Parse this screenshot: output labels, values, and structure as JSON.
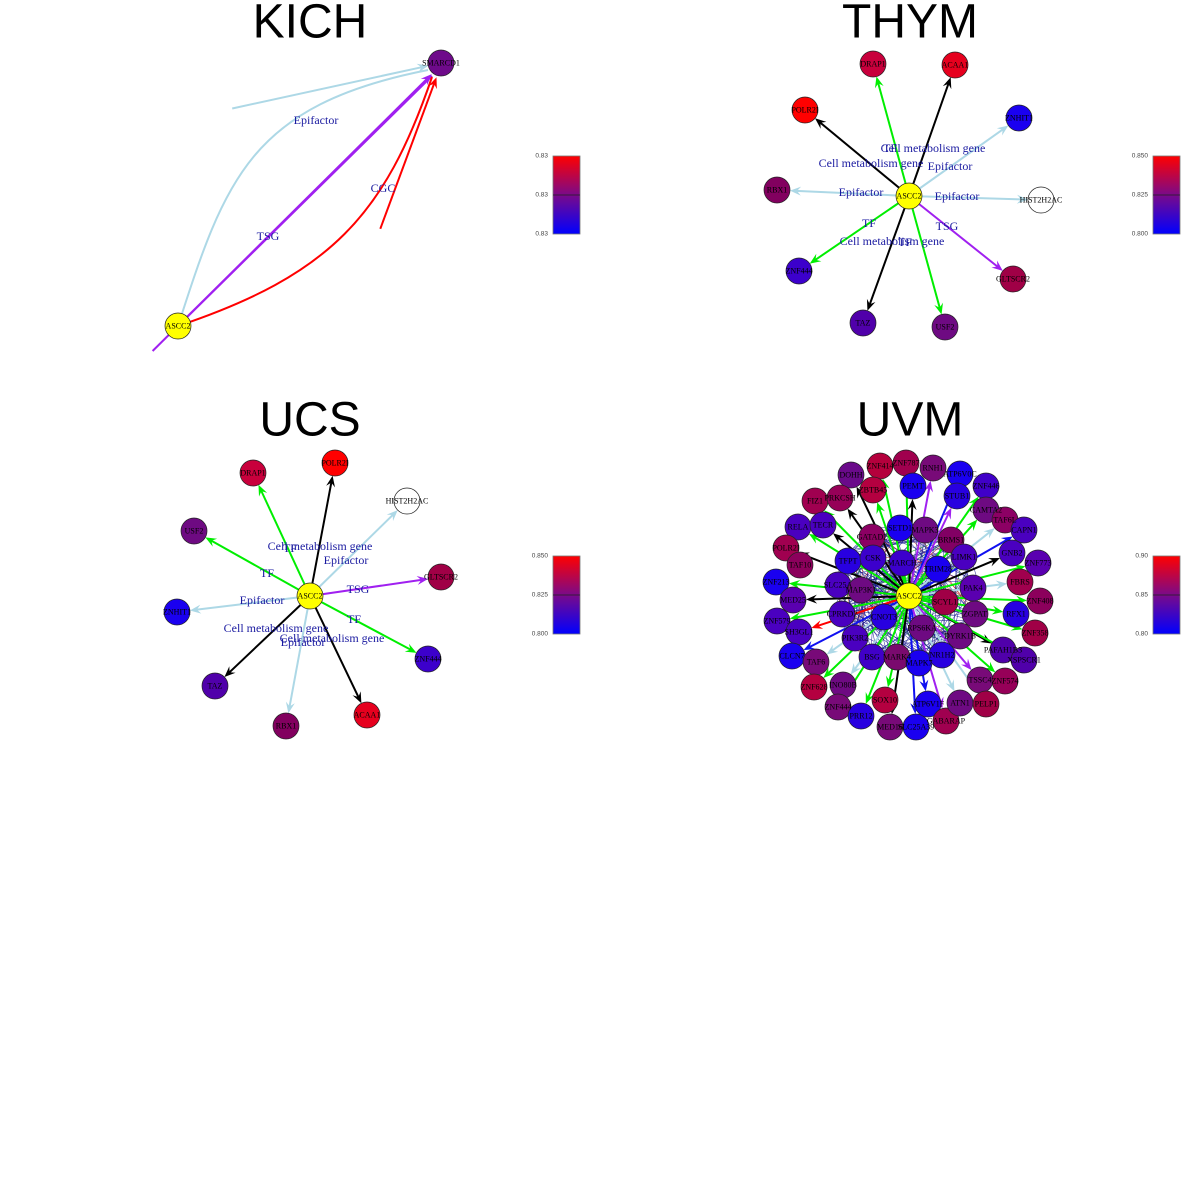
{
  "colors": {
    "TF": "#00ee00",
    "Cell metabolism gene": "#000000",
    "Epifactor": "#add8e6",
    "TSG": "#a020f0",
    "CGC": "#ff0000",
    "Coexpr": "#1010f0",
    "hub": "#ffff00",
    "none": "#ffffff"
  },
  "panels": [
    {
      "title": "KICH",
      "colorbar_ticks": [
        "0.83",
        "0.83",
        "0.83"
      ],
      "nodes": [
        {
          "name": "ASCC2",
          "color": "#ffff00"
        },
        {
          "name": "SMARCD1",
          "color": "#6e0a8a"
        }
      ],
      "edges": [
        {
          "to": "SMARCD1",
          "label": "Epifactor"
        },
        {
          "to": "SMARCD1",
          "label": "TSG"
        },
        {
          "to": "SMARCD1",
          "label": "CGC"
        }
      ]
    },
    {
      "title": "THYM",
      "colorbar_ticks": [
        "0.850",
        "0.825",
        "0.800"
      ],
      "nodes": [
        {
          "name": "ASCC2",
          "color": "#ffff00"
        },
        {
          "name": "DRAP1",
          "color": "#c8003c"
        },
        {
          "name": "ACAA1",
          "color": "#e6001e"
        },
        {
          "name": "POLR2I",
          "color": "#ff0000"
        },
        {
          "name": "ZNHIT1",
          "color": "#1a00f0"
        },
        {
          "name": "RBX1",
          "color": "#82005f"
        },
        {
          "name": "HIST2H2AC",
          "color": "#ffffff"
        },
        {
          "name": "ZNF444",
          "color": "#3c00cc"
        },
        {
          "name": "GLTSCR2",
          "color": "#a00046"
        },
        {
          "name": "TAZ",
          "color": "#5000aa"
        },
        {
          "name": "USF2",
          "color": "#6e0a82"
        }
      ],
      "edges": [
        {
          "to": "DRAP1",
          "label": "TF"
        },
        {
          "to": "ACAA1",
          "label": "Cell metabolism gene"
        },
        {
          "to": "POLR2I",
          "label": "Cell metabolism gene"
        },
        {
          "to": "ZNHIT1",
          "label": "Epifactor"
        },
        {
          "to": "RBX1",
          "label": "Epifactor"
        },
        {
          "to": "HIST2H2AC",
          "label": "Epifactor"
        },
        {
          "to": "ZNF444",
          "label": "TF"
        },
        {
          "to": "GLTSCR2",
          "label": "TSG"
        },
        {
          "to": "TAZ",
          "label": "Cell metabolism gene"
        },
        {
          "to": "USF2",
          "label": "TF"
        }
      ]
    },
    {
      "title": "UCS",
      "colorbar_ticks": [
        "0.850",
        "0.825",
        "0.800"
      ],
      "nodes": [
        {
          "name": "ASCC2",
          "color": "#ffff00"
        },
        {
          "name": "DRAP1",
          "color": "#c8003c"
        },
        {
          "name": "POLR2I",
          "color": "#ff0000"
        },
        {
          "name": "HIST2H2AC",
          "color": "#ffffff"
        },
        {
          "name": "USF2",
          "color": "#6e0a82"
        },
        {
          "name": "GLTSCR2",
          "color": "#a00046"
        },
        {
          "name": "ZNHIT1",
          "color": "#1a00f0"
        },
        {
          "name": "ZNF444",
          "color": "#3c00cc"
        },
        {
          "name": "TAZ",
          "color": "#5000aa"
        },
        {
          "name": "RBX1",
          "color": "#82005f"
        },
        {
          "name": "ACAA1",
          "color": "#e6001e"
        }
      ],
      "edges": [
        {
          "to": "DRAP1",
          "label": "TF"
        },
        {
          "to": "POLR2I",
          "label": "Cell metabolism gene"
        },
        {
          "to": "HIST2H2AC",
          "label": "Epifactor"
        },
        {
          "to": "USF2",
          "label": "TF"
        },
        {
          "to": "GLTSCR2",
          "label": "TSG"
        },
        {
          "to": "ZNHIT1",
          "label": "Epifactor"
        },
        {
          "to": "ZNF444",
          "label": "TF"
        },
        {
          "to": "TAZ",
          "label": "Cell metabolism gene"
        },
        {
          "to": "RBX1",
          "label": "Epifactor"
        },
        {
          "to": "ACAA1",
          "label": "Cell metabolism gene"
        }
      ]
    },
    {
      "title": "UVM",
      "colorbar_ticks": [
        "0.90",
        "0.85",
        "0.80"
      ],
      "nodes": [
        {
          "name": "ASCC2",
          "color": "#ffff00"
        },
        {
          "name": "DOHH",
          "color": "#6a0a8a"
        },
        {
          "name": "ZNF414",
          "color": "#b4003c"
        },
        {
          "name": "ZNF787",
          "color": "#a0004e"
        },
        {
          "name": "RNH1",
          "color": "#780a78"
        },
        {
          "name": "ATP6V0C",
          "color": "#1a00f0"
        },
        {
          "name": "ZNF446",
          "color": "#4000c8"
        },
        {
          "name": "PEMT",
          "color": "#1a00f0"
        },
        {
          "name": "ZBTB45",
          "color": "#b40040"
        },
        {
          "name": "STUB1",
          "color": "#2800e0"
        },
        {
          "name": "CAMTA2",
          "color": "#6e0a82"
        },
        {
          "name": "TAF6L",
          "color": "#8c0064"
        },
        {
          "name": "CAPN1",
          "color": "#4a00c0"
        },
        {
          "name": "FIZ1",
          "color": "#a00050"
        },
        {
          "name": "PRKCSH",
          "color": "#960058"
        },
        {
          "name": "RELA",
          "color": "#4a00c0"
        },
        {
          "name": "TECR",
          "color": "#4a00c0"
        },
        {
          "name": "GATAD2",
          "color": "#8c0064"
        },
        {
          "name": "SETD1",
          "color": "#1a00f0"
        },
        {
          "name": "MAPK3",
          "color": "#6e0a82"
        },
        {
          "name": "BRMS1",
          "color": "#820064"
        },
        {
          "name": "LIMK1",
          "color": "#4a00c0"
        },
        {
          "name": "GNB2",
          "color": "#4a00c0"
        },
        {
          "name": "ZNF773",
          "color": "#5a00b0"
        },
        {
          "name": "POLR2I",
          "color": "#a00050"
        },
        {
          "name": "TAF10",
          "color": "#8c005c"
        },
        {
          "name": "TFPT",
          "color": "#2800e0"
        },
        {
          "name": "CSK",
          "color": "#3c00cc"
        },
        {
          "name": "MARCH",
          "color": "#3c00cc"
        },
        {
          "name": "TRIM28",
          "color": "#1a00f0"
        },
        {
          "name": "PAK4",
          "color": "#5a00b0"
        },
        {
          "name": "FBRS",
          "color": "#a0004e"
        },
        {
          "name": "ZNF408",
          "color": "#8c005c"
        },
        {
          "name": "ZNF213",
          "color": "#1a00f0"
        },
        {
          "name": "SLC25A",
          "color": "#4a00c0"
        },
        {
          "name": "MAP3K1",
          "color": "#6e0a82"
        },
        {
          "name": "SCYL1",
          "color": "#a00046"
        },
        {
          "name": "ZGPAT",
          "color": "#6e0a82"
        },
        {
          "name": "RFX1",
          "color": "#2800e0"
        },
        {
          "name": "ZNF358",
          "color": "#a00046"
        },
        {
          "name": "MED25",
          "color": "#5a00b0"
        },
        {
          "name": "ZNF579",
          "color": "#4a00c0"
        },
        {
          "name": "CPRKD2",
          "color": "#4a00c0"
        },
        {
          "name": "CNOT3",
          "color": "#2800e0"
        },
        {
          "name": "RPS6KA",
          "color": "#6e0a82"
        },
        {
          "name": "DYRK1B",
          "color": "#6e0a82"
        },
        {
          "name": "PAFAH1B3",
          "color": "#5000aa"
        },
        {
          "name": "XSPSCR1",
          "color": "#5000aa"
        },
        {
          "name": "SH3GL1",
          "color": "#4a00c0"
        },
        {
          "name": "PIK3R2",
          "color": "#4a00c0"
        },
        {
          "name": "BSG",
          "color": "#4000c8"
        },
        {
          "name": "MARK4",
          "color": "#7a0a6e"
        },
        {
          "name": "MAPK7",
          "color": "#1a00f0"
        },
        {
          "name": "NR1H2",
          "color": "#2800e0"
        },
        {
          "name": "CLCN7",
          "color": "#1a00f0"
        },
        {
          "name": "TAF6",
          "color": "#780a78"
        },
        {
          "name": "TSSC4",
          "color": "#780a78"
        },
        {
          "name": "ZNF574",
          "color": "#960058"
        },
        {
          "name": "ZNF628",
          "color": "#b40040"
        },
        {
          "name": "INO80B",
          "color": "#6e0a82"
        },
        {
          "name": "SOX10",
          "color": "#b40040"
        },
        {
          "name": "ZNF444",
          "color": "#780a78"
        },
        {
          "name": "PRR12",
          "color": "#2800e0"
        },
        {
          "name": "MED16",
          "color": "#780a78"
        },
        {
          "name": "SLC25A39",
          "color": "#1a00f0"
        },
        {
          "name": "ATP6V1F",
          "color": "#1a00f0"
        },
        {
          "name": "GABARAP",
          "color": "#a00050"
        },
        {
          "name": "ATN1",
          "color": "#6e0a82"
        },
        {
          "name": "PELP1",
          "color": "#a00046"
        }
      ],
      "edges": [
        {
          "to": "DOHH",
          "color": "#000000"
        },
        {
          "to": "ZNF414",
          "color": "#00ee00"
        },
        {
          "to": "ZNF787",
          "color": "#00ee00"
        },
        {
          "to": "RNH1",
          "color": "#a020f0"
        },
        {
          "to": "ATP6V0C",
          "color": "#1010f0"
        },
        {
          "to": "ZNF446",
          "color": "#00ee00"
        },
        {
          "to": "PEMT",
          "color": "#000000"
        },
        {
          "to": "ZBTB45",
          "color": "#00ee00"
        },
        {
          "to": "STUB1",
          "color": "#a020f0"
        },
        {
          "to": "CAMTA2",
          "color": "#00ee00"
        },
        {
          "to": "TAF6L",
          "color": "#add8e6"
        },
        {
          "to": "CAPN1",
          "color": "#1010f0"
        },
        {
          "to": "FIZ1",
          "color": "#00ee00"
        },
        {
          "to": "PRKCSH",
          "color": "#000000"
        },
        {
          "to": "RELA",
          "color": "#00ee00"
        },
        {
          "to": "TECR",
          "color": "#000000"
        },
        {
          "to": "POLR2I",
          "color": "#000000"
        },
        {
          "to": "GNB2",
          "color": "#000000"
        },
        {
          "to": "ZNF773",
          "color": "#00ee00"
        },
        {
          "to": "FBRS",
          "color": "#add8e6"
        },
        {
          "to": "ZNF408",
          "color": "#00ee00"
        },
        {
          "to": "ZNF213",
          "color": "#00ee00"
        },
        {
          "to": "RFX1",
          "color": "#00ee00"
        },
        {
          "to": "ZNF358",
          "color": "#00ee00"
        },
        {
          "to": "MED25",
          "color": "#000000"
        },
        {
          "to": "ZNF579",
          "color": "#00ee00"
        },
        {
          "to": "SH3GL1",
          "color": "#ff0000"
        },
        {
          "to": "PAFAH1B3",
          "color": "#000000"
        },
        {
          "to": "XSPSCR1",
          "color": "#00ee00"
        },
        {
          "to": "CLCN7",
          "color": "#1010f0"
        },
        {
          "to": "TAF6",
          "color": "#add8e6"
        },
        {
          "to": "TSSC4",
          "color": "#a020f0"
        },
        {
          "to": "ZNF574",
          "color": "#00ee00"
        },
        {
          "to": "ZNF628",
          "color": "#00ee00"
        },
        {
          "to": "INO80B",
          "color": "#add8e6"
        },
        {
          "to": "SOX10",
          "color": "#00ee00"
        },
        {
          "to": "ZNF444",
          "color": "#00ee00"
        },
        {
          "to": "PRR12",
          "color": "#00ee00"
        },
        {
          "to": "MED16",
          "color": "#000000"
        },
        {
          "to": "SLC25A39",
          "color": "#1010f0"
        },
        {
          "to": "ATP6V1F",
          "color": "#1010f0"
        },
        {
          "to": "GABARAP",
          "color": "#a020f0"
        },
        {
          "to": "ATN1",
          "color": "#add8e6"
        },
        {
          "to": "PELP1",
          "color": "#add8e6"
        }
      ]
    }
  ]
}
